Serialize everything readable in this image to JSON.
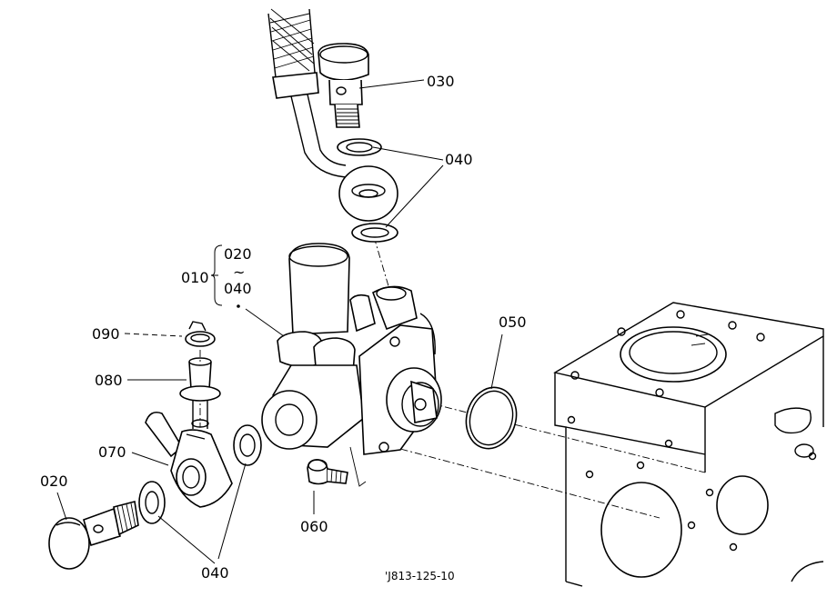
{
  "callouts": {
    "c030": "030",
    "c040_top": "040",
    "c010": "010",
    "c020_range_start": "020",
    "c_range_tilde": "~",
    "c040_range_end": "040",
    "c050": "050",
    "c090": "090",
    "c080": "080",
    "c070": "070",
    "c020": "020",
    "c060": "060",
    "c040_bottom": "040"
  },
  "drawing_code": "'J813-125-10"
}
